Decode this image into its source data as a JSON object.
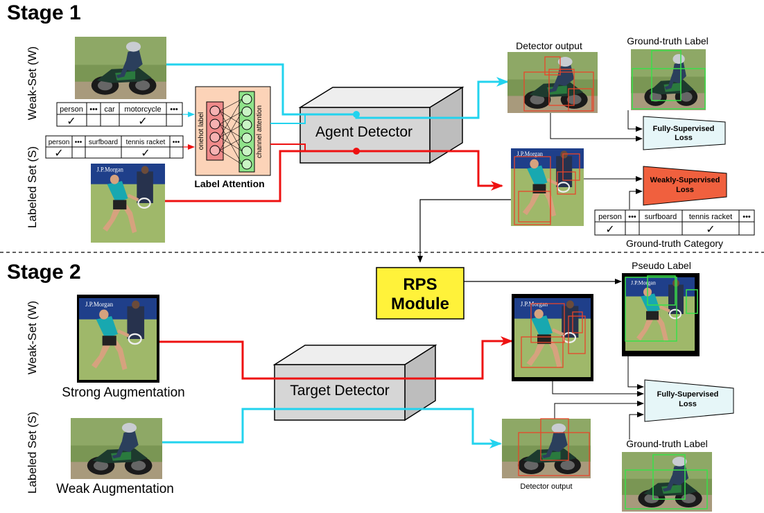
{
  "stage1": {
    "title": "Stage 1",
    "weak_set_label": "Weak-Set (W)",
    "labeled_set_label": "Labeled Set (S)",
    "weak_table": {
      "cells": [
        "person",
        "•••",
        "car",
        "motorcycle",
        "•••"
      ],
      "checks": [
        "✓",
        "",
        "",
        "✓",
        ""
      ]
    },
    "labeled_table": {
      "cells": [
        "person",
        "•••",
        "surfboard",
        "tennis racket",
        "•••"
      ],
      "checks": [
        "✓",
        "",
        "",
        "✓",
        ""
      ]
    },
    "label_attention": {
      "title": "Label Attention",
      "onehot": "onehot label",
      "channel": "channel attention"
    },
    "agent_detector": "Agent Detector",
    "detector_output": "Detector output",
    "gt_label": "Ground-truth Label",
    "fully_loss": [
      "Fully-Supervised",
      "Loss"
    ],
    "weakly_loss": [
      "Weakly-Supervised",
      "Loss"
    ],
    "gt_table": {
      "cells": [
        "person",
        "•••",
        "surfboard",
        "tennis racket",
        "•••"
      ],
      "checks": [
        "✓",
        "",
        "",
        "✓",
        ""
      ]
    },
    "gt_category": "Ground-truth Category"
  },
  "stage2": {
    "title": "Stage 2",
    "weak_set_label": "Weak-Set (W)",
    "labeled_set_label": "Labeled Set (S)",
    "rps_module": [
      "RPS",
      "Module"
    ],
    "pseudo_label": "Pseudo Label",
    "strong_aug": "Strong Augmentation",
    "weak_aug": "Weak Augmentation",
    "target_detector": "Target Detector",
    "fully_loss": [
      "Fully-Supervised",
      "Loss"
    ],
    "gt_label": "Ground-truth Label",
    "detector_output": "Detector output"
  },
  "colors": {
    "cyan": "#22d3ee",
    "red": "#ee1111",
    "loss_light": "#e6f6f8",
    "loss_orange": "#f0603e",
    "rps_yellow": "#fff23a",
    "attention_bg": "#fcd3b8",
    "onehot_circle": "#ef8a8a",
    "channel_circle": "#8fe38a"
  }
}
